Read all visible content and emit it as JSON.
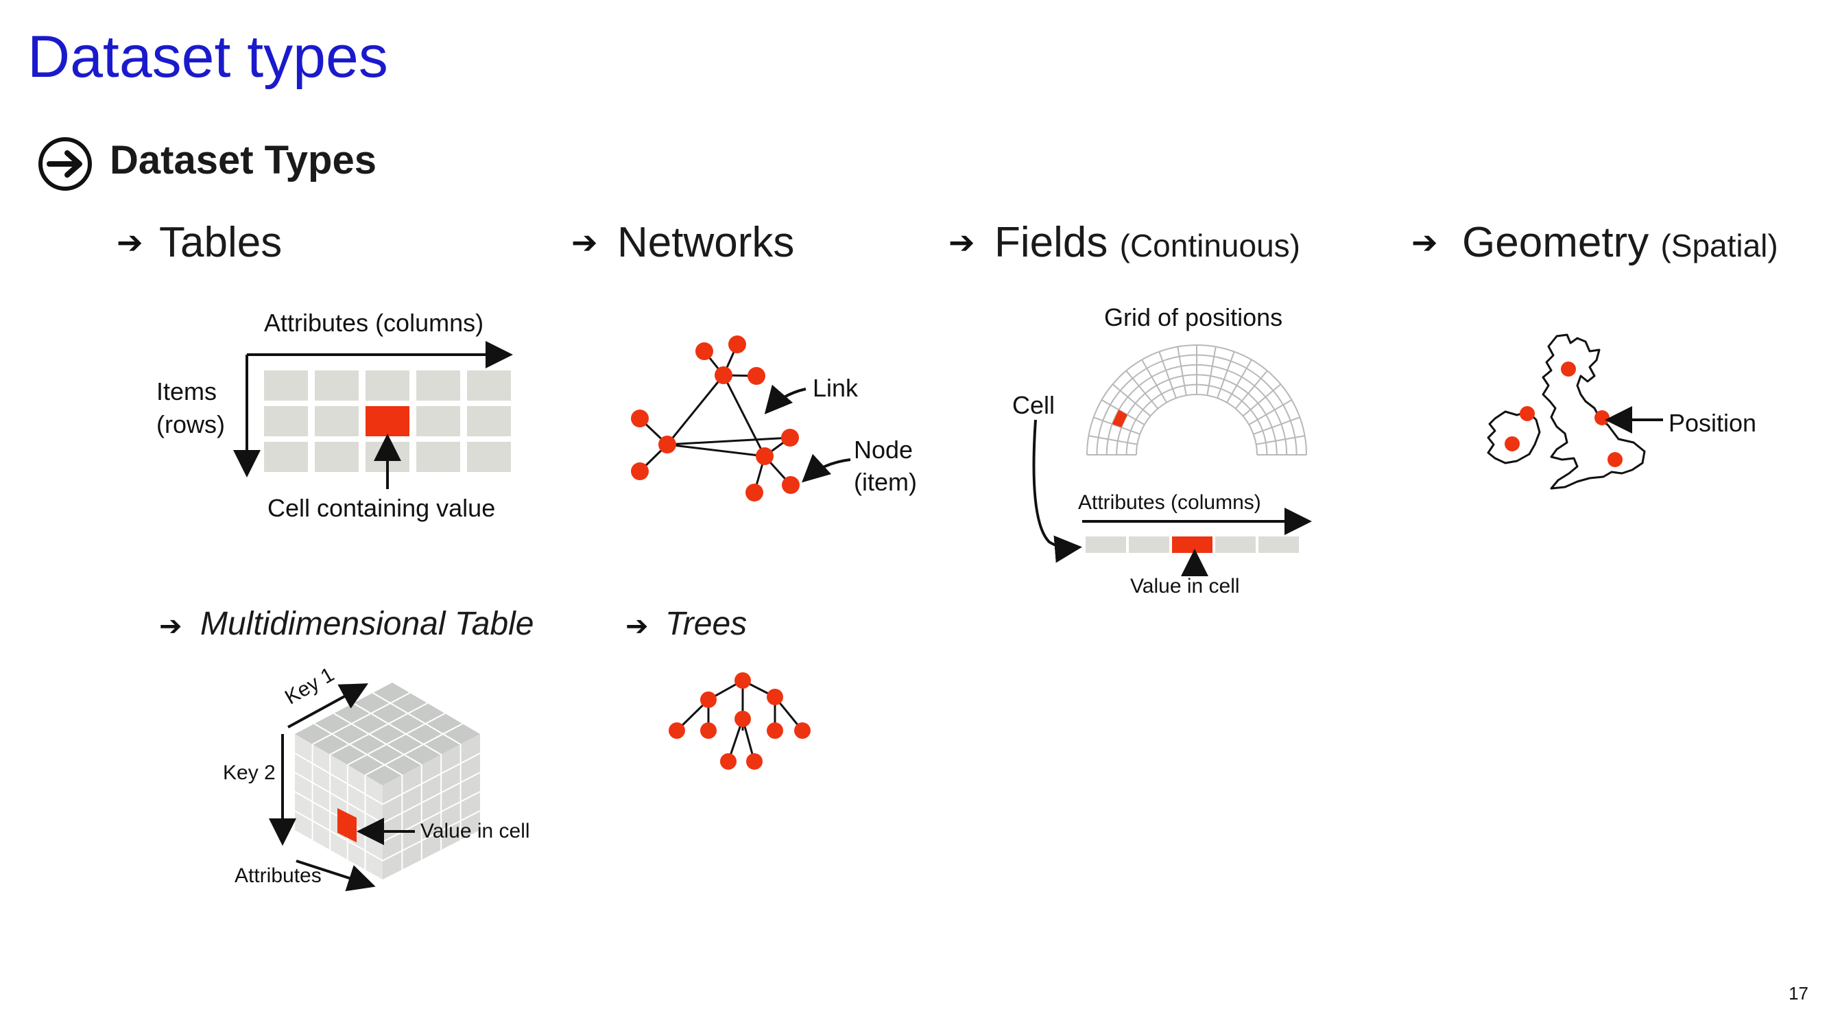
{
  "slide": {
    "title": "Dataset types",
    "heading": "Dataset Types",
    "page_number": "17",
    "accent_color": "#ee3311",
    "cell_color": "#dcdcd6"
  },
  "sections": {
    "tables": {
      "label": "Tables"
    },
    "networks": {
      "label": "Networks"
    },
    "fields": {
      "label": "Fields",
      "qualifier": "(Continuous)"
    },
    "geometry": {
      "label": "Geometry",
      "qualifier": "(Spatial)"
    },
    "multidim": {
      "label": "Multidimensional Table"
    },
    "trees": {
      "label": "Trees"
    }
  },
  "labels": {
    "tables_attributes": "Attributes (columns)",
    "tables_items_1": "Items",
    "tables_items_2": "(rows)",
    "tables_cell": "Cell containing value",
    "net_link": "Link",
    "net_node_1": "Node",
    "net_node_2": "(item)",
    "fields_grid": "Grid of positions",
    "fields_cell": "Cell",
    "fields_attributes": "Attributes (columns)",
    "fields_value": "Value in cell",
    "geo_position": "Position",
    "md_key1": "Key 1",
    "md_key2": "Key 2",
    "md_value": "Value in cell",
    "md_attributes": "Attributes"
  }
}
